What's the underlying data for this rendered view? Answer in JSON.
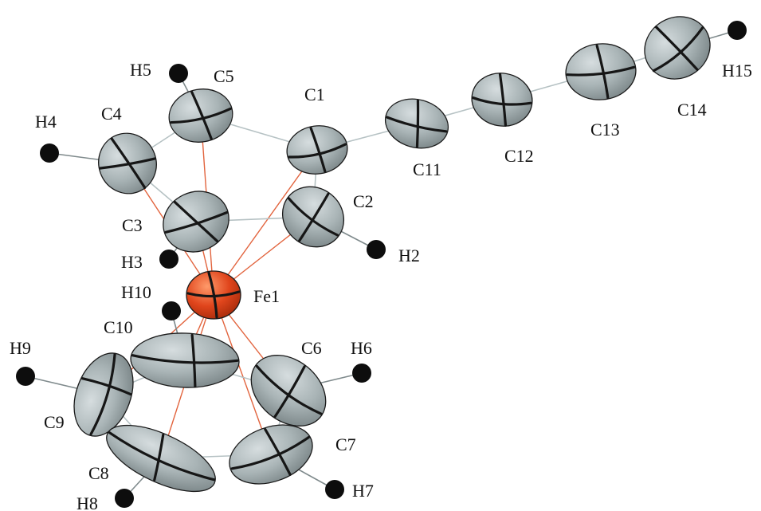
{
  "labels": {
    "C1": "C1",
    "C2": "C2",
    "C3": "C3",
    "C4": "C4",
    "C5": "C5",
    "C6": "C6",
    "C7": "C7",
    "C8": "C8",
    "C9": "C9",
    "C10": "C10",
    "C11": "C11",
    "C12": "C12",
    "C13": "C13",
    "C14": "C14",
    "Fe1": "Fe1",
    "H2": "H2",
    "H3": "H3",
    "H4": "H4",
    "H5": "H5",
    "H6": "H6",
    "H7": "H7",
    "H8": "H8",
    "H9": "H9",
    "H10": "H10",
    "H15": "H15"
  },
  "colors": {
    "carbon": "#a9b4b6",
    "iron": "#e0451c",
    "hydrogen": "#0d0d0d",
    "fe_bond": "#e2643e",
    "c_bond": "#b6c2c4"
  }
}
